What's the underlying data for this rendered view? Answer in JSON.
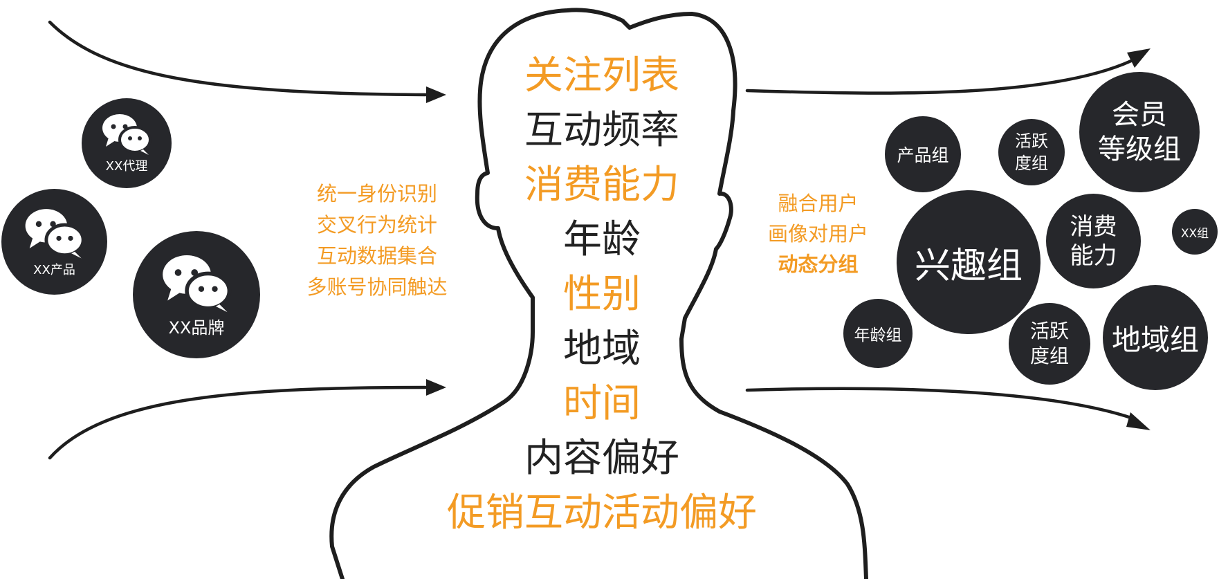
{
  "wechat_accounts": [
    {
      "label": "XX代理"
    },
    {
      "label": "XX产品"
    },
    {
      "label": "XX品牌"
    }
  ],
  "left_description": [
    "统一身份识别",
    "交叉行为统计",
    "互动数据集合",
    "多账号协同触达"
  ],
  "profile_tags": [
    {
      "text": "关注列表",
      "color": "orange"
    },
    {
      "text": "互动频率",
      "color": "dark"
    },
    {
      "text": "消费能力",
      "color": "orange"
    },
    {
      "text": "年龄",
      "color": "dark"
    },
    {
      "text": "性别",
      "color": "orange"
    },
    {
      "text": "地域",
      "color": "dark"
    },
    {
      "text": "时间",
      "color": "orange"
    },
    {
      "text": "内容偏好",
      "color": "dark"
    },
    {
      "text": "促销互动活动偏好",
      "color": "orange"
    }
  ],
  "right_description": [
    "融合用户",
    "画像对用户",
    "动态分组"
  ],
  "groups": [
    {
      "lines": [
        "产品组"
      ]
    },
    {
      "lines": [
        "活跃",
        "度组"
      ]
    },
    {
      "lines": [
        "会员",
        "等级组"
      ]
    },
    {
      "lines": [
        "兴趣组"
      ]
    },
    {
      "lines": [
        "消费",
        "能力"
      ]
    },
    {
      "lines": [
        "XX组"
      ]
    },
    {
      "lines": [
        "年龄组"
      ]
    },
    {
      "lines": [
        "活跃",
        "度组"
      ]
    },
    {
      "lines": [
        "地域组"
      ]
    }
  ],
  "colors": {
    "accent": "#f39b24",
    "dark": "#222222",
    "circle": "#26272b",
    "outline": "#1e1e1e"
  },
  "icons": {
    "wechat": "wechat-chat-bubbles-icon",
    "arrow": "arrow-head-icon"
  }
}
